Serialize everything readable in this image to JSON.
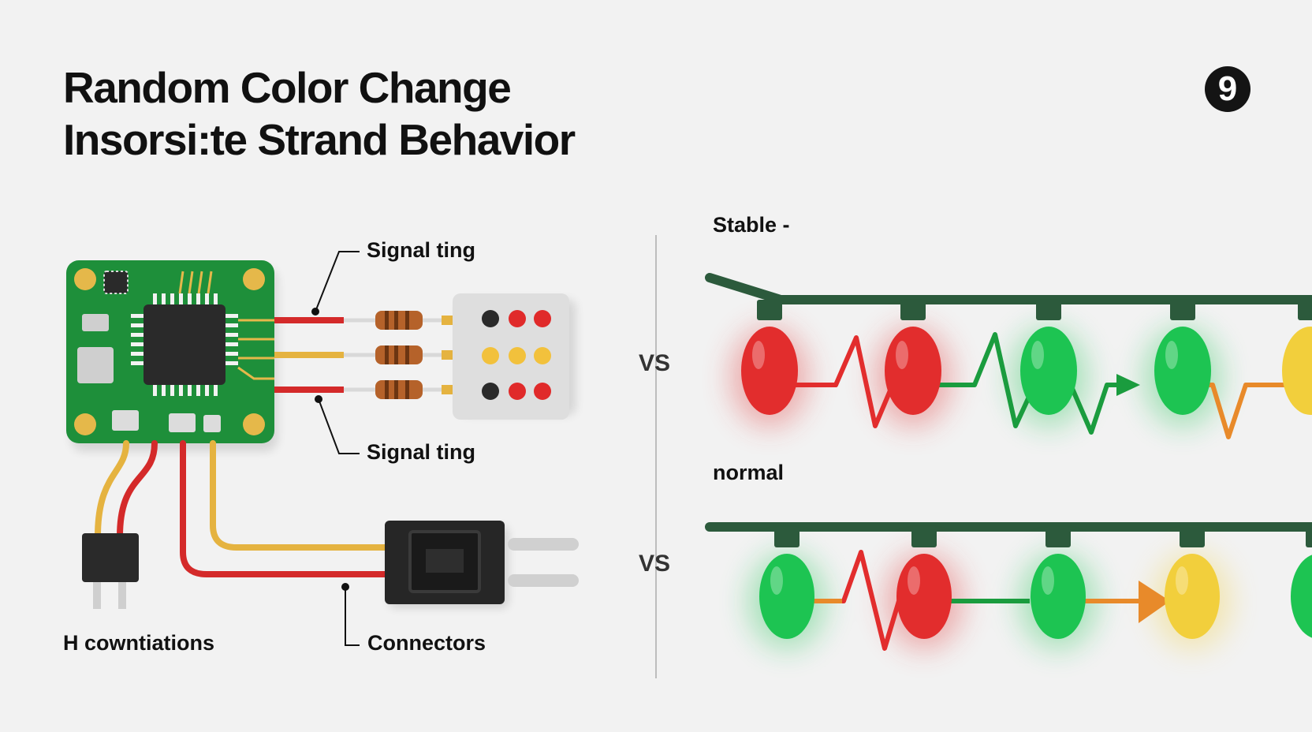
{
  "title": {
    "line1": "Random Color Change",
    "line2": "Insorsi:te Strand Behavior"
  },
  "logo_glyph": "9",
  "labels": {
    "signal_top": "Signal ting",
    "signal_bottom": "Signal ting",
    "bottom_left": "H cowntiations",
    "connectors": "Connectors",
    "stable": "Stable -",
    "normal": "normal",
    "vs_top": "VS",
    "vs_bottom": "VS"
  },
  "colors": {
    "pcb": "#1e8f3a",
    "wire_red": "#d42a2a",
    "wire_yellow": "#e5b340",
    "bulb_red": "#e22d2d",
    "bulb_green": "#1dc452",
    "bulb_yellow": "#f2cf3c",
    "strand_wire": "#2c5a3c",
    "orange": "#e88a2a"
  },
  "strand_top": {
    "bulbs": [
      "red",
      "red",
      "green",
      "green",
      "yellow"
    ]
  },
  "strand_bottom": {
    "bulbs": [
      "green",
      "red",
      "green",
      "yellow",
      "green"
    ]
  }
}
